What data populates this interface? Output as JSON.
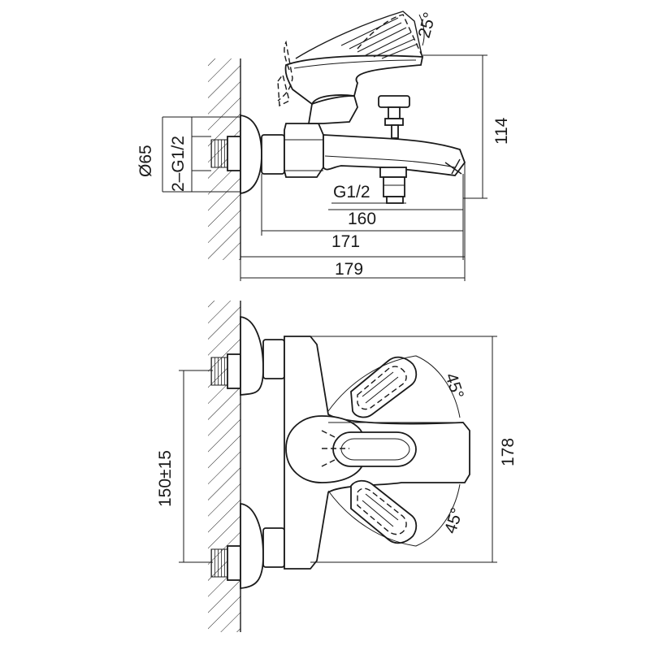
{
  "drawing": {
    "side_view": {
      "angle_label": "25°",
      "height_label": "114",
      "diameter_label": "Ø65",
      "inlet_thread_label": "2–G1/2",
      "outlet_thread_label": "G1/2",
      "spout_depth_label": "160",
      "body_depth_label": "171",
      "total_depth_label": "179"
    },
    "front_view": {
      "center_distance_label": "150±15",
      "total_height_label": "178",
      "upper_angle_label": "45°",
      "lower_angle_label": "45°"
    }
  }
}
